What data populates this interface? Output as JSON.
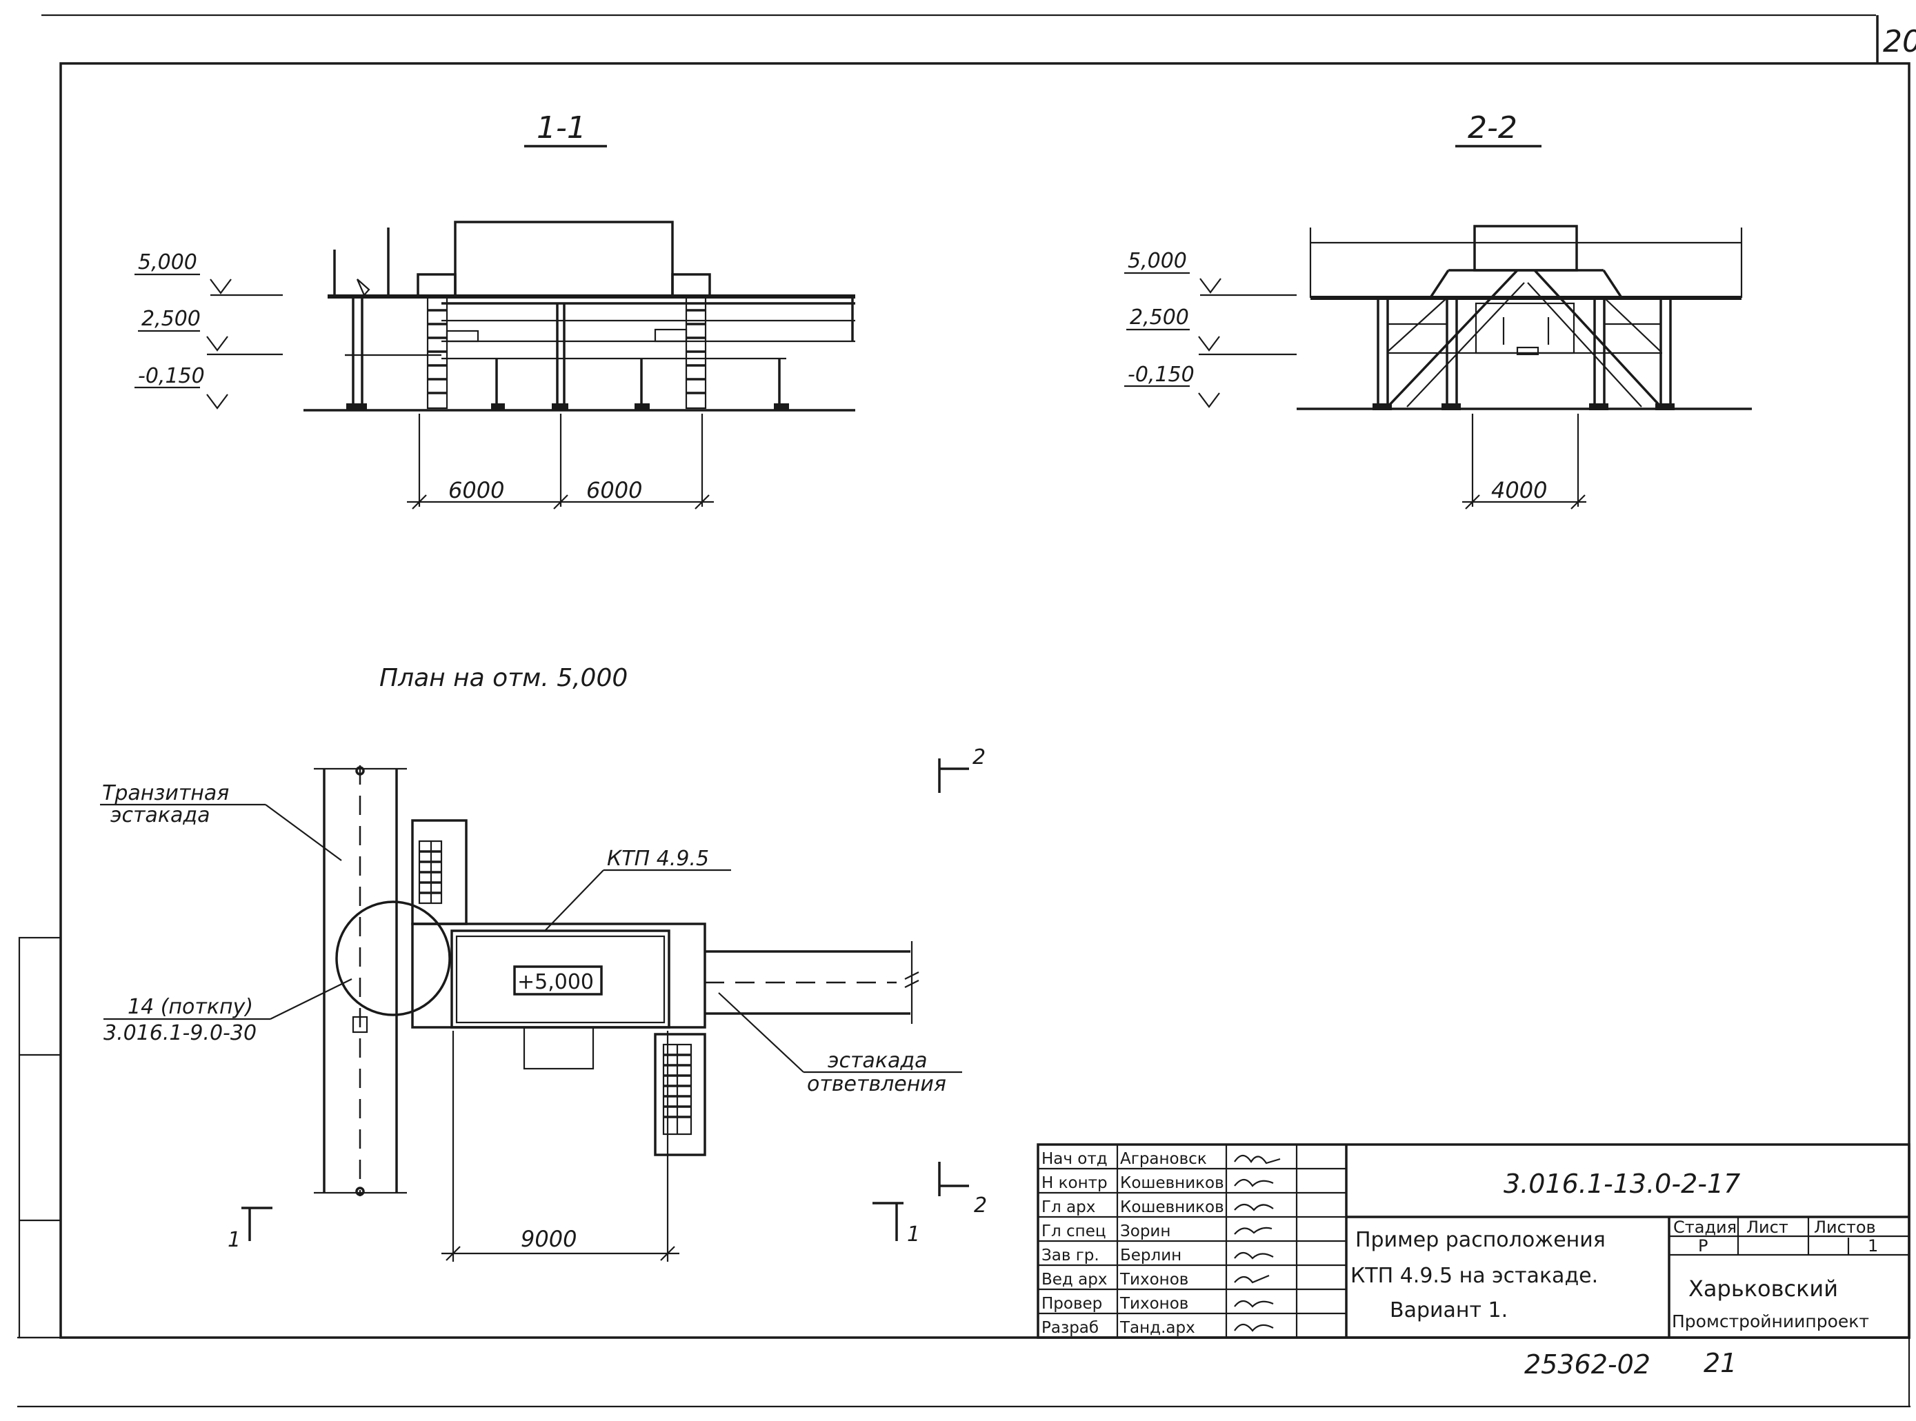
{
  "sheet_number": "20",
  "sections": {
    "section_1": {
      "title": "1-1",
      "levels": [
        "5,000",
        "2,500",
        "-0,150"
      ],
      "dims": [
        "6000",
        "6000"
      ]
    },
    "section_2": {
      "title": "2-2",
      "levels": [
        "5,000",
        "2,500",
        "-0,150"
      ],
      "dims": [
        "4000"
      ]
    }
  },
  "plan": {
    "caption": "План на отм. 5,000",
    "label_transit_line1": "Транзитная",
    "label_transit_line2": "эстакада",
    "label_ktp": "КТП 4.9.5",
    "label_mark": "+5,000",
    "label_ref_line1": "14 (поткпу)",
    "label_ref_line2": "3.016.1-9.0-30",
    "label_branch_line1": "эстакада",
    "label_branch_line2": "ответвления",
    "dim": "9000",
    "cut_2_top": "2",
    "cut_2_bottom": "2",
    "cut_1_left": "1",
    "cut_1_right": "1"
  },
  "stamp": {
    "roles": [
      "Нач отд",
      "Н контр",
      "Гл арх",
      "Гл спец",
      "Зав гр.",
      "Вед арх",
      "Провер",
      "Разраб"
    ],
    "names": [
      "Аграновск",
      "Кошевников",
      "Кошевников",
      "Зорин",
      "Берлин",
      "Тихонов",
      "Тихонов",
      "Танд.арх"
    ],
    "code": "3.016.1-13.0-2-17",
    "desc_line1": "Пример расположения",
    "desc_line2": "КТП 4.9.5 на эстакаде.",
    "desc_line3": "Вариант 1.",
    "col_stage": "Стадия",
    "col_sheet": "Лист",
    "col_sheets": "Листов",
    "val_stage": "Р",
    "val_sheets": "1",
    "org_line1": "Харьковский",
    "org_line2": "Промстройниипроект"
  },
  "footer": {
    "archive_no": "25362-02",
    "page": "21"
  }
}
